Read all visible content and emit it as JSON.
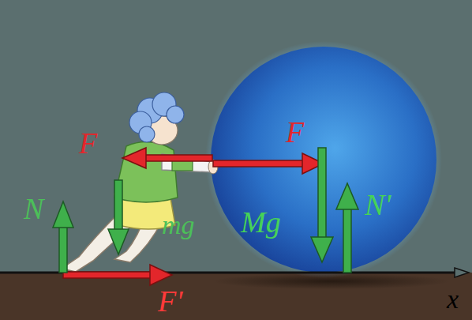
{
  "diagram": {
    "labels": [
      "F",
      "F",
      "N",
      "mg",
      "F'",
      "Mg",
      "N'",
      "x"
    ]
  }
}
